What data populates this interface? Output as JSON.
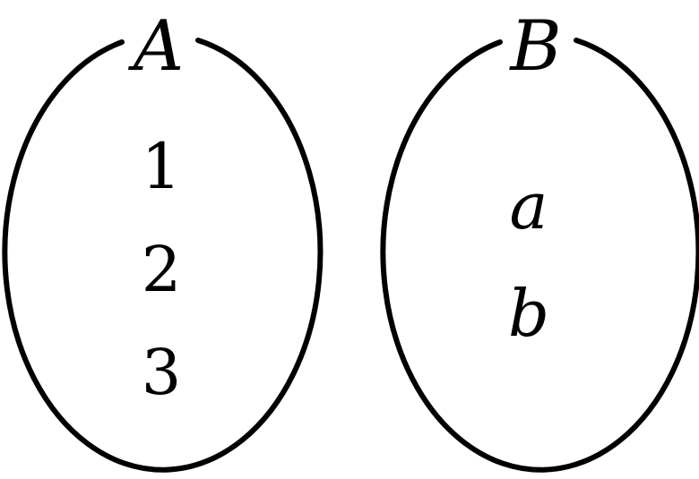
{
  "colors": {
    "stroke": "#000000",
    "background": "#ffffff"
  },
  "sets": [
    {
      "name": "A",
      "elements": [
        "1",
        "2",
        "3"
      ]
    },
    {
      "name": "B",
      "elements": [
        "a",
        "b"
      ]
    }
  ]
}
